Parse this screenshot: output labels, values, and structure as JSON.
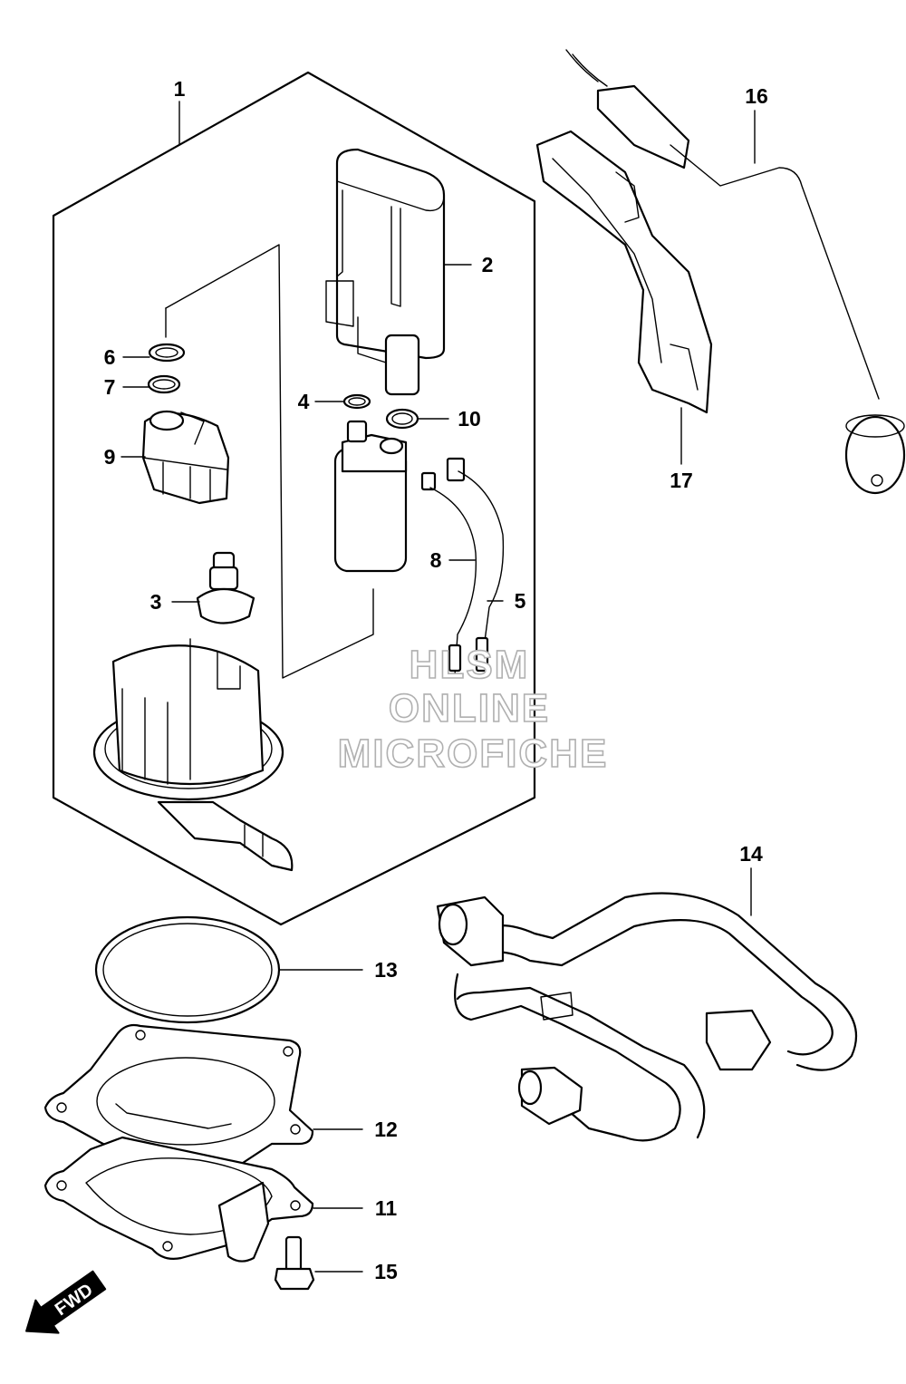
{
  "callouts": {
    "c1": "1",
    "c2": "2",
    "c3": "3",
    "c4": "4",
    "c5": "5",
    "c6": "6",
    "c7": "7",
    "c8": "8",
    "c9": "9",
    "c10": "10",
    "c11": "11",
    "c12": "12",
    "c13": "13",
    "c14": "14",
    "c15": "15",
    "c16": "16",
    "c17": "17"
  },
  "watermark": {
    "line1": "HLSM",
    "line2": "ONLINE",
    "line3": "MICROFICHE"
  },
  "direction_label": "FWD"
}
